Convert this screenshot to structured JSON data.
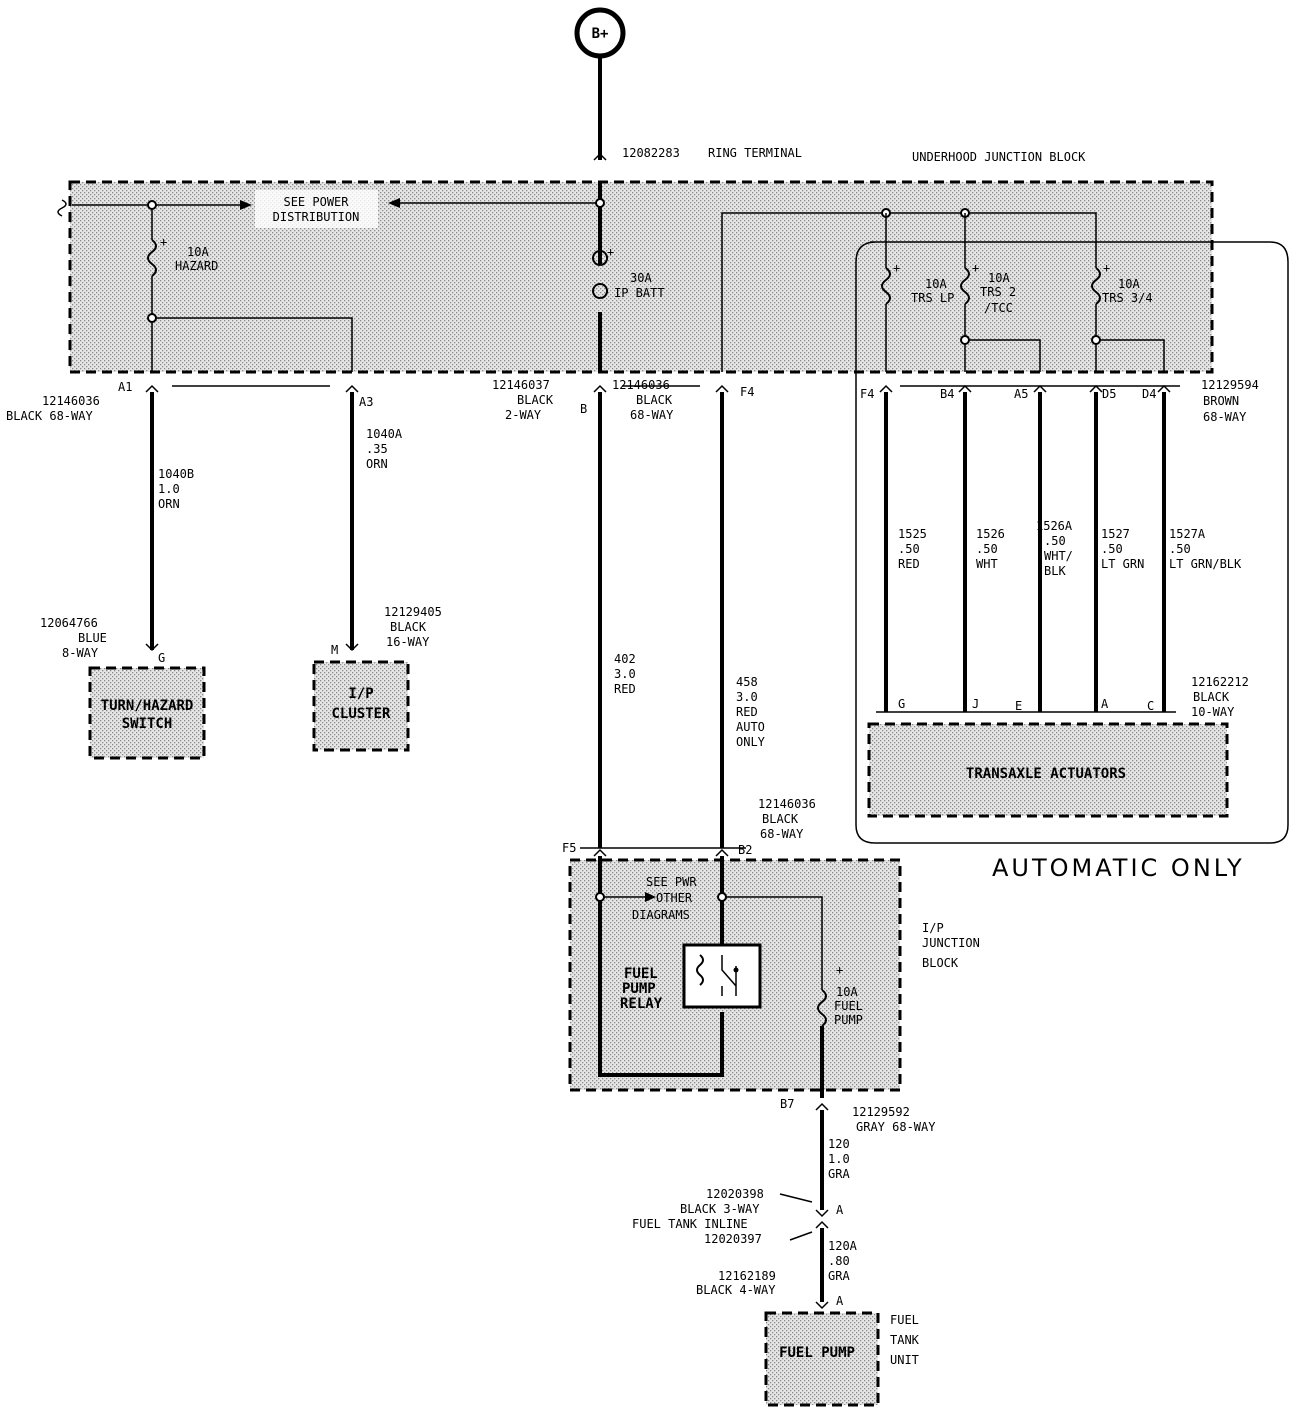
{
  "power_source": {
    "label": "B+",
    "terminal_part": "12082283",
    "terminal_label": "RING TERMINAL"
  },
  "underhood_block": {
    "title": "UNDERHOOD JUNCTION BLOCK",
    "see_power_lines": [
      "SEE POWER",
      "DISTRIBUTION"
    ],
    "fuses": {
      "hazard": {
        "lines": [
          "10A",
          "HAZARD"
        ]
      },
      "ip_batt": {
        "lines": [
          "30A",
          "IP BATT"
        ]
      },
      "trs_lp": {
        "lines": [
          "10A",
          "TRS LP"
        ]
      },
      "trs_2": {
        "lines": [
          "10A",
          "TRS 2",
          "/TCC"
        ]
      },
      "trs_34": {
        "lines": [
          "10A",
          "TRS 3/4"
        ]
      }
    }
  },
  "connectors": {
    "a1": {
      "pin": "A1",
      "lines": [
        "12146036",
        "BLACK 68-WAY"
      ]
    },
    "a3": {
      "pin": "A3"
    },
    "b": {
      "pin": "B",
      "lines": [
        "12146037",
        "BLACK",
        "2-WAY"
      ]
    },
    "f4_left": {
      "pin": "F4",
      "lines": [
        "12146036",
        "BLACK",
        "68-WAY"
      ]
    },
    "f4_right": {
      "pin": "F4"
    },
    "b4": {
      "pin": "B4"
    },
    "a5": {
      "pin": "A5"
    },
    "d5": {
      "pin": "D5"
    },
    "d4": {
      "pin": "D4",
      "lines": [
        "12129594",
        "BROWN",
        "68-WAY"
      ]
    }
  },
  "wires": {
    "w1040b": {
      "lines": [
        "1040B",
        "1.0",
        "ORN"
      ]
    },
    "w1040a": {
      "lines": [
        "1040A",
        ".35",
        "ORN"
      ]
    },
    "w402": {
      "lines": [
        "402",
        "3.0",
        "RED"
      ]
    },
    "w458": {
      "lines": [
        "458",
        "3.0",
        "RED",
        "AUTO",
        "ONLY"
      ]
    },
    "w1525": {
      "lines": [
        "1525",
        ".50",
        "RED"
      ]
    },
    "w1526": {
      "lines": [
        "1526",
        ".50",
        "WHT"
      ]
    },
    "w1526a": {
      "lines": [
        "1526A",
        ".50",
        "WHT/",
        "BLK"
      ]
    },
    "w1527": {
      "lines": [
        "1527",
        ".50",
        "LT GRN"
      ]
    },
    "w1527a": {
      "lines": [
        "1527A",
        ".50",
        "LT GRN/BLK"
      ]
    },
    "w120": {
      "lines": [
        "120",
        "1.0",
        "GRA"
      ]
    },
    "w120a": {
      "lines": [
        "120A",
        ".80",
        "GRA"
      ]
    }
  },
  "components": {
    "turn_hazard": {
      "label_lines": [
        "TURN/HAZARD",
        "SWITCH"
      ],
      "connector_lines": [
        "12064766",
        "BLUE",
        "8-WAY"
      ],
      "pin": "G"
    },
    "ip_cluster": {
      "label_lines": [
        "I/P",
        "CLUSTER"
      ],
      "connector_lines": [
        "12129405",
        "BLACK",
        "16-WAY"
      ],
      "pin": "M"
    },
    "transaxle": {
      "label": "TRANSAXLE ACTUATORS",
      "connector_lines": [
        "12162212",
        "BLACK",
        "10-WAY"
      ],
      "pins": [
        "G",
        "J",
        "E",
        "A",
        "C"
      ]
    },
    "automatic_only": "AUTOMATIC  ONLY",
    "fuel_pump": {
      "label": "FUEL PUMP",
      "unit_lines": [
        "FUEL",
        "TANK",
        "UNIT"
      ]
    }
  },
  "ip_block": {
    "title_lines": [
      "I/P",
      "JUNCTION",
      "BLOCK"
    ],
    "connector_top_lines": [
      "12146036",
      "BLACK",
      "68-WAY"
    ],
    "pin_f5": "F5",
    "pin_b2": "B2",
    "see_pwr_lines": [
      "SEE PWR",
      "OTHER",
      "DIAGRAMS"
    ],
    "relay_lines": [
      "FUEL",
      "PUMP",
      "RELAY"
    ],
    "fuse_lines": [
      "10A",
      "FUEL",
      "PUMP"
    ],
    "pin_b7": "B7",
    "b7_connector_lines": [
      "12129592",
      "GRAY 68-WAY"
    ]
  },
  "inline": {
    "upper_lines": [
      "12020398",
      "BLACK 3-WAY",
      "FUEL TANK INLINE",
      "12020397"
    ],
    "pin_a_upper": "A",
    "lower_lines": [
      "12162189",
      "BLACK 4-WAY"
    ],
    "pin_a_lower": "A"
  }
}
